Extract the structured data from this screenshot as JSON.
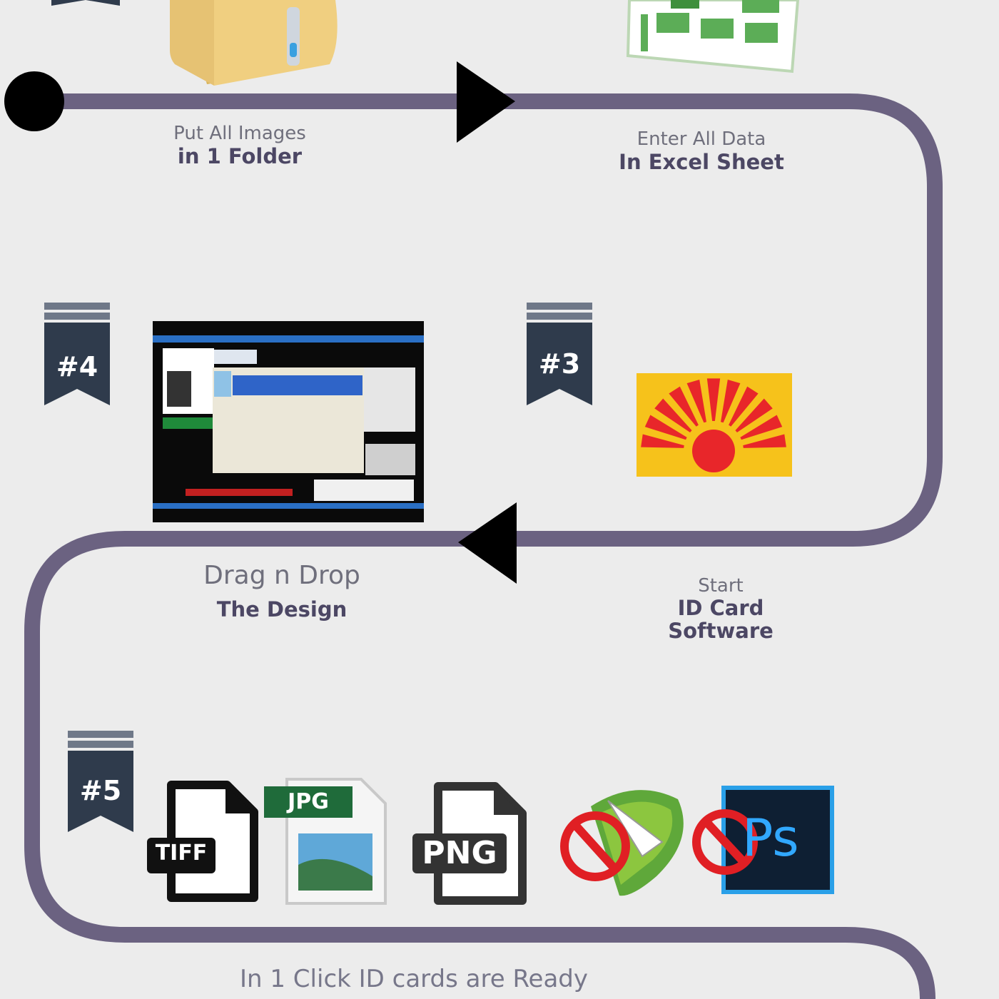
{
  "steps": {
    "step1": {
      "line1": "Put All Images",
      "line2": "in 1 Folder"
    },
    "step2": {
      "line1": "Enter All Data",
      "line2": "In Excel Sheet"
    },
    "step3": {
      "badge": "#3",
      "line1": "Start",
      "line2": "ID Card",
      "line3": "Software"
    },
    "step4": {
      "badge": "#4",
      "line1": "Drag n Drop",
      "line2": "The Design"
    },
    "step5": {
      "badge": "#5",
      "caption": "In 1 Click ID cards are  Ready"
    }
  },
  "formats": {
    "tiff": "TIFF",
    "jpg": "JPG",
    "png": "PNG",
    "ps": "Ps"
  },
  "colors": {
    "path": "#6b6281",
    "badge": "#2f3b4c",
    "background": "#ececec",
    "sun_bg": "#f6c21b",
    "sun": "#e8262a",
    "forbidden": "#e01f24"
  }
}
